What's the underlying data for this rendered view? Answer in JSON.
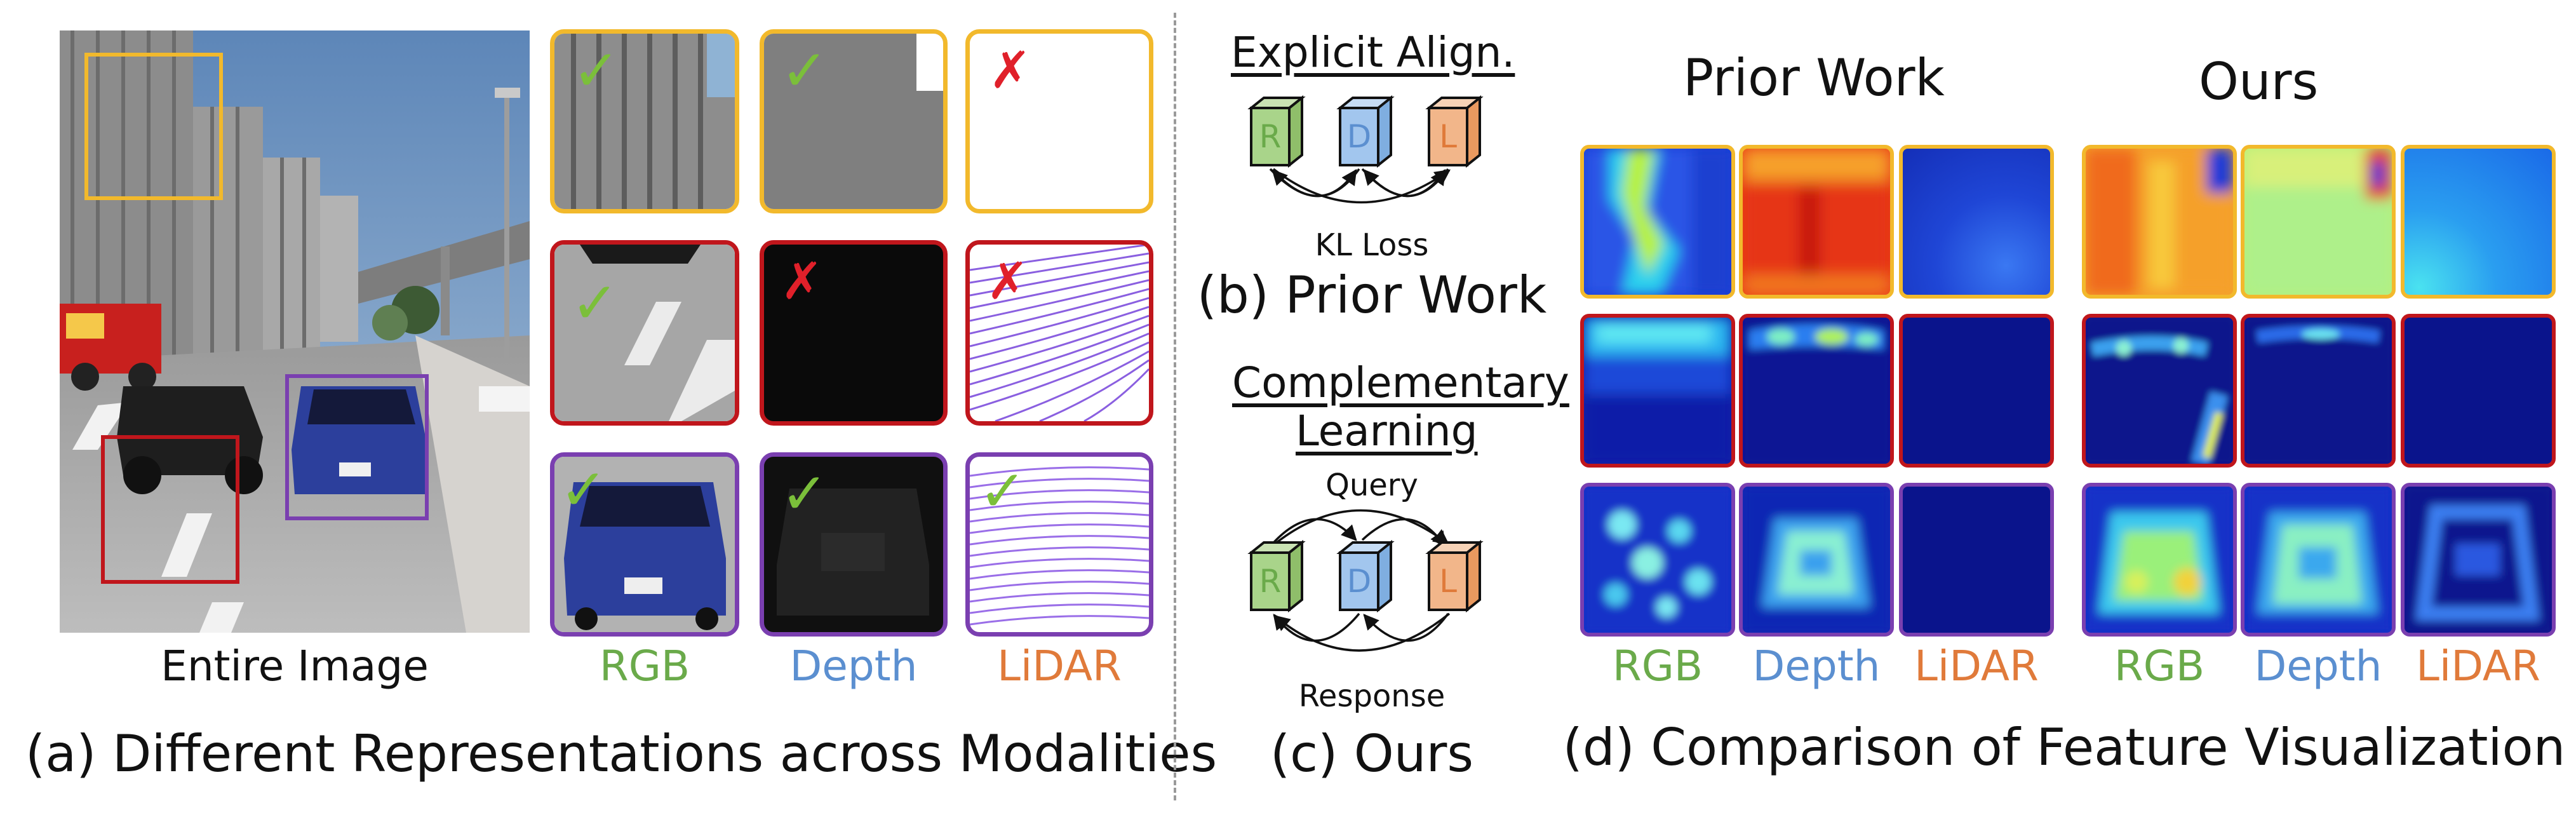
{
  "panel_a": {
    "scene_label": "Entire Image",
    "col_labels": [
      "RGB",
      "Depth",
      "LiDAR"
    ],
    "caption": "(a) Different Representations across Modalities"
  },
  "panel_b": {
    "title": "Explicit Align.",
    "nodes": [
      "R",
      "D",
      "L"
    ],
    "loss_label": "KL Loss",
    "caption": "(b) Prior Work"
  },
  "panel_c": {
    "title_line1": "Complementary",
    "title_line2": "Learning",
    "nodes": [
      "R",
      "D",
      "L"
    ],
    "query_label": "Query",
    "response_label": "Response",
    "caption": "(c) Ours"
  },
  "panel_d": {
    "prior_title": "Prior Work",
    "ours_title": "Ours",
    "col_labels": [
      "RGB",
      "Depth",
      "LiDAR",
      "RGB",
      "Depth",
      "LiDAR"
    ],
    "caption": "(d) Comparison of Feature Visualization"
  },
  "colors": {
    "rgb": "#6aaa4a",
    "depth": "#5b8fd0",
    "lidar": "#e07a3a",
    "row_yellow": "#f2b92c",
    "row_red": "#c0161c",
    "row_purple": "#7a3fb0",
    "check": "#7bbf3a",
    "cross": "#e0202a"
  }
}
